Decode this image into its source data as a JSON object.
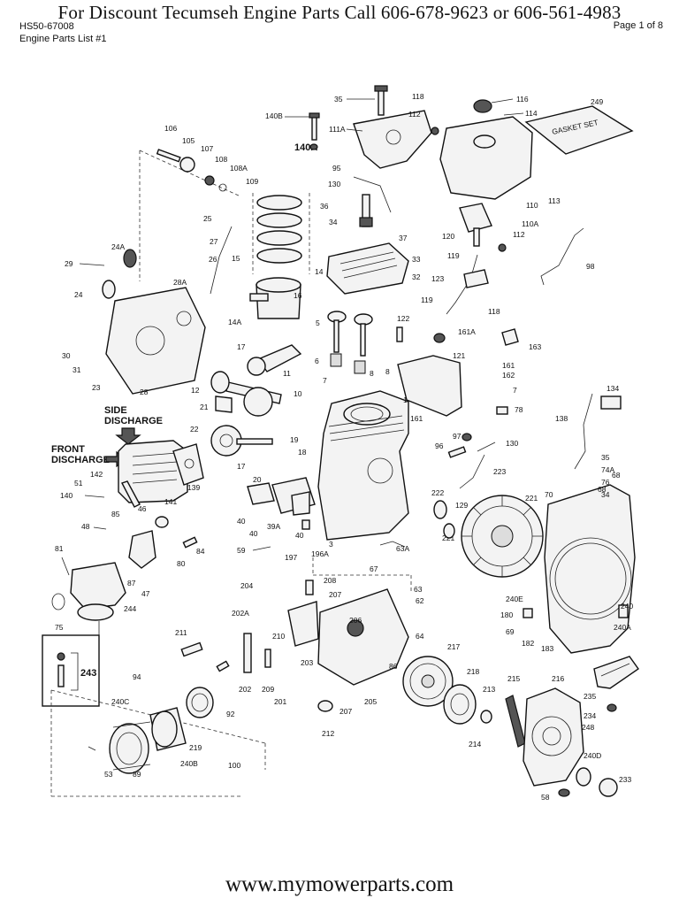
{
  "banner": "For  Discount Tecumseh Engine Parts Call 606-678-9623 or 606-561-4983",
  "doc_id": "HS50-67008",
  "doc_title": "Engine Parts List #1",
  "page_label": "Page 1 of 8",
  "footer_url": "www.mymowerparts.com",
  "diagram": {
    "side_discharge": [
      "SIDE",
      "DISCHARGE"
    ],
    "front_discharge": [
      "FRONT",
      "DISCHARGE"
    ],
    "gasket_set": "GASKET SET",
    "callouts": {
      "c35": "35",
      "c116": "116",
      "c118": "118",
      "c112": "112",
      "c114": "114",
      "c249": "249",
      "c140b": "140B",
      "c111a": "111A",
      "c140a": "140A",
      "c95": "95",
      "c130": "130",
      "c36": "36",
      "c34": "34",
      "c37": "37",
      "c110": "110",
      "c113": "113",
      "c110a": "110A",
      "c120": "120",
      "c119": "119",
      "c98": "98",
      "c33": "33",
      "c32": "32",
      "c123": "123",
      "c106": "106",
      "c105": "105",
      "c107": "107",
      "c108": "108",
      "c108a": "108A",
      "c109": "109",
      "c25": "25",
      "c27": "27",
      "c26": "26",
      "c15": "15",
      "c14": "14",
      "c24a": "24A",
      "c29": "29",
      "c24": "24",
      "c28a": "28A",
      "c16": "16",
      "c14a": "14A",
      "c5": "5",
      "c122": "122",
      "c161a": "161A",
      "c163": "163",
      "c30": "30",
      "c31": "31",
      "c23": "23",
      "c28": "28",
      "c17": "17",
      "c11": "11",
      "c6": "6",
      "c8": "8",
      "c121": "121",
      "c161": "161",
      "c162": "162",
      "c12": "12",
      "c21": "21",
      "c10": "10",
      "c7": "7",
      "c78": "78",
      "c134": "134",
      "c138": "138",
      "c1": "1",
      "c22": "22",
      "c19": "19",
      "c20": "20",
      "c18": "18",
      "c97": "97",
      "c96": "96",
      "c223": "223",
      "c74a": "74A",
      "c76": "76",
      "c142": "142",
      "c139": "139",
      "c141": "141",
      "c140": "140",
      "c51": "51",
      "c40": "40",
      "c39a": "39A",
      "c222": "222",
      "c129": "129",
      "c221": "221",
      "c70": "70",
      "c68": "68",
      "c48": "48",
      "c85": "85",
      "c46": "46",
      "c80": "80",
      "c84": "84",
      "c59": "59",
      "c197": "197",
      "c196a": "196A",
      "c3": "3",
      "c63a": "63A",
      "c67": "67",
      "c81": "81",
      "c87": "87",
      "c47": "47",
      "c204": "204",
      "c206": "206",
      "c207": "207",
      "c62": "62",
      "c63": "63",
      "c240e": "240E",
      "c180": "180",
      "c240": "240",
      "c75": "75",
      "c244": "244",
      "c202a": "202A",
      "c208": "208",
      "c64": "64",
      "c69": "69",
      "c182": "182",
      "c183": "183",
      "c240a": "240A",
      "c211": "211",
      "c210": "210",
      "c203": "203",
      "c217": "217",
      "c218": "218",
      "c213": "213",
      "c215": "215",
      "c216": "216",
      "c235": "235",
      "c243": "243",
      "c202": "202",
      "c209": "209",
      "c86": "86",
      "c94": "94",
      "c201": "201",
      "c205": "205",
      "c240c": "240C",
      "c92": "92",
      "c212": "212",
      "c214": "214",
      "c234": "234",
      "c248": "248",
      "c240d": "240D",
      "c233": "233",
      "c219": "219",
      "c240b": "240B",
      "c53": "53",
      "c89": "89",
      "c100": "100",
      "c58": "58"
    }
  }
}
